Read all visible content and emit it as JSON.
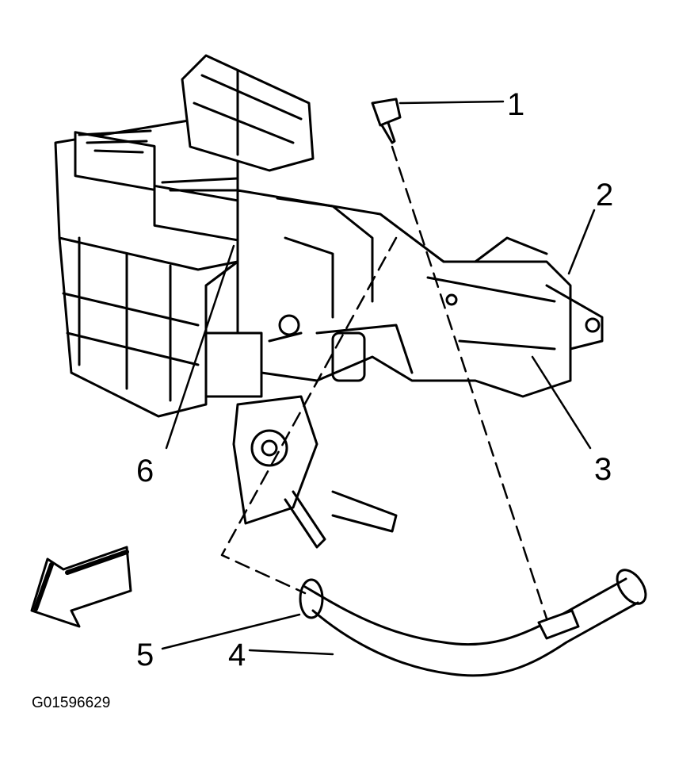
{
  "figure": {
    "id_label": "G01596629"
  },
  "callouts": [
    {
      "number": "1"
    },
    {
      "number": "2"
    },
    {
      "number": "3"
    },
    {
      "number": "4"
    },
    {
      "number": "5"
    },
    {
      "number": "6"
    }
  ],
  "colors": {
    "ink": "#000000",
    "paper": "#ffffff"
  }
}
